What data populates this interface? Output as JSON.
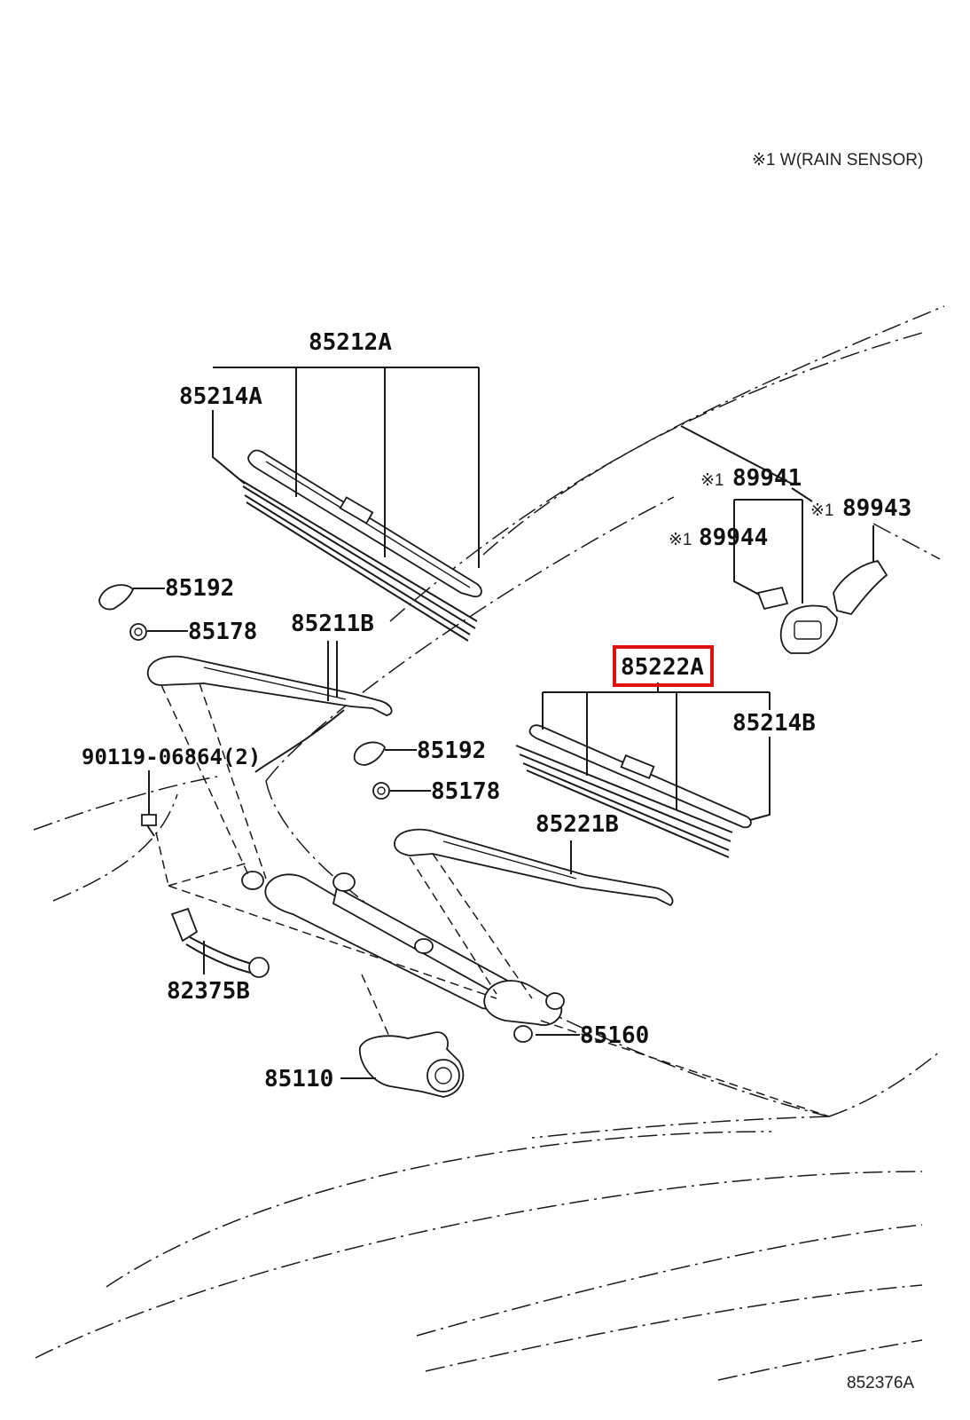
{
  "note": "※1 W(RAIN SENSOR)",
  "figure_code": "852376A",
  "colors": {
    "highlight": "#e01010",
    "ink": "#1a1a1a"
  },
  "labels": {
    "p85212A": "85212A",
    "p85214A": "85214A",
    "p85192_upper": "85192",
    "p85178_upper": "85178",
    "p85211B": "85211B",
    "p89941_mark": "※1",
    "p89941": "89941",
    "p89943_mark": "※1",
    "p89943": "89943",
    "p89944_mark": "※1",
    "p89944": "89944",
    "p85222A": "85222A",
    "p85214B": "85214B",
    "p90119": "90119-06864(2)",
    "p85192_lower": "85192",
    "p85178_lower": "85178",
    "p85221B": "85221B",
    "p82375B": "82375B",
    "p85160": "85160",
    "p85110": "85110"
  }
}
